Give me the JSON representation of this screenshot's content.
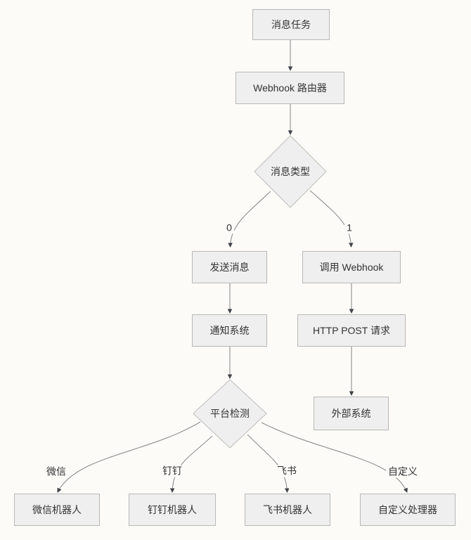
{
  "diagram": {
    "type": "flowchart",
    "direction": "top-down",
    "colors": {
      "background": "#fcfbf8",
      "node_fill": "#efefef",
      "node_border": "#b8b8b8",
      "edge_line": "#8f8f8f",
      "arrowhead": "#3f4247",
      "text": "#333333"
    },
    "nodes": {
      "task": {
        "label": "消息任务",
        "shape": "rect"
      },
      "router": {
        "label": "Webhook 路由器",
        "shape": "rect"
      },
      "msgtype": {
        "label": "消息类型",
        "shape": "diamond"
      },
      "send": {
        "label": "发送消息",
        "shape": "rect"
      },
      "call": {
        "label": "调用 Webhook",
        "shape": "rect"
      },
      "notify": {
        "label": "通知系统",
        "shape": "rect"
      },
      "http": {
        "label": "HTTP POST 请求",
        "shape": "rect"
      },
      "platform": {
        "label": "平台检测",
        "shape": "diamond"
      },
      "external": {
        "label": "外部系统",
        "shape": "rect"
      },
      "wechat": {
        "label": "微信机器人",
        "shape": "rect"
      },
      "dingtalk": {
        "label": "钉钉机器人",
        "shape": "rect"
      },
      "feishu": {
        "label": "飞书机器人",
        "shape": "rect"
      },
      "custom": {
        "label": "自定义处理器",
        "shape": "rect"
      }
    },
    "edges": [
      {
        "from": "消息任务",
        "to": "Webhook 路由器",
        "label": ""
      },
      {
        "from": "Webhook 路由器",
        "to": "消息类型",
        "label": ""
      },
      {
        "from": "消息类型",
        "to": "发送消息",
        "label": "0"
      },
      {
        "from": "消息类型",
        "to": "调用 Webhook",
        "label": "1"
      },
      {
        "from": "发送消息",
        "to": "通知系统",
        "label": ""
      },
      {
        "from": "调用 Webhook",
        "to": "HTTP POST 请求",
        "label": ""
      },
      {
        "from": "通知系统",
        "to": "平台检测",
        "label": ""
      },
      {
        "from": "HTTP POST 请求",
        "to": "外部系统",
        "label": ""
      },
      {
        "from": "平台检测",
        "to": "微信机器人",
        "label": "微信"
      },
      {
        "from": "平台检测",
        "to": "钉钉机器人",
        "label": "钉钉"
      },
      {
        "from": "平台检测",
        "to": "飞书机器人",
        "label": "飞书"
      },
      {
        "from": "平台检测",
        "to": "自定义处理器",
        "label": "自定义"
      }
    ]
  }
}
